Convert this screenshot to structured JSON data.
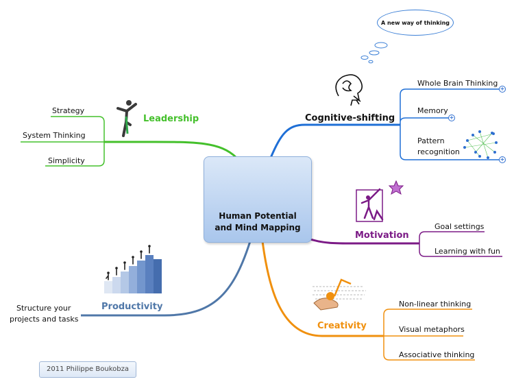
{
  "central": {
    "line1": "Human Potential",
    "line2": "and Mind Mapping"
  },
  "thought_bubble": "A new way of thinking",
  "branches": {
    "leadership": {
      "label": "Leadership",
      "color": "#44c02b",
      "children": [
        "Strategy",
        "System Thinking",
        "Simplicity"
      ]
    },
    "cognitive": {
      "label": "Cognitive-shifting",
      "color": "#1f6fd6",
      "children": [
        "Whole Brain Thinking",
        "Memory",
        "Pattern",
        "recognition"
      ]
    },
    "motivation": {
      "label": "Motivation",
      "color": "#7b1a86",
      "children": [
        "Goal settings",
        "Learning with fun"
      ]
    },
    "creativity": {
      "label": "Creativity",
      "color": "#f0900e",
      "children": [
        "Non-linear thinking",
        "Visual metaphors",
        "Associative thinking"
      ]
    },
    "productivity": {
      "label": "Productivity",
      "color": "#4f77a8",
      "children": [
        "Structure your",
        "projects and tasks"
      ]
    }
  },
  "credit": "2011 Philippe Boukobza",
  "icons": [
    "brain-box-icon",
    "leader-figure-icon",
    "head-thinking-icon",
    "network-icon",
    "star-reach-icon",
    "music-hand-icon",
    "stairs-icon"
  ]
}
